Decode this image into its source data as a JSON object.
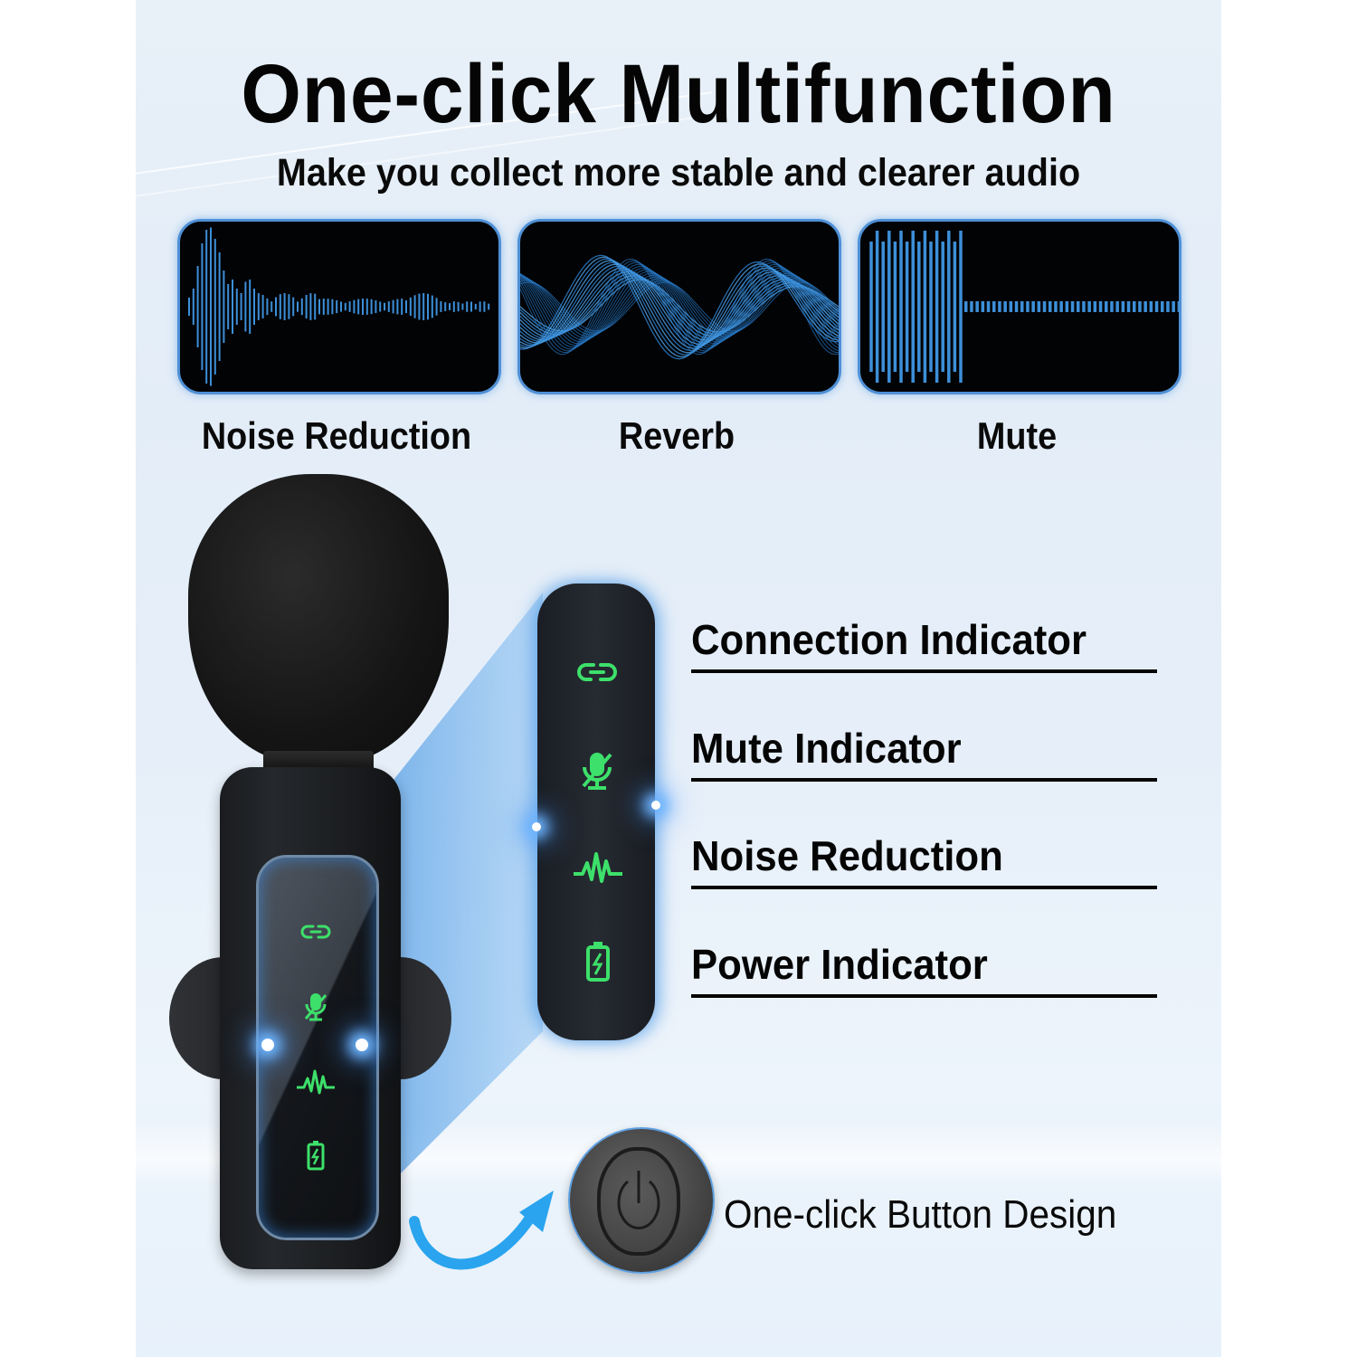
{
  "header": {
    "title": "One-click Multifunction",
    "subtitle": "Make you collect more stable and clearer audio"
  },
  "modes": [
    {
      "label": "Noise Reduction",
      "icon": "noise-reduction-waveform"
    },
    {
      "label": "Reverb",
      "icon": "reverb-waveform"
    },
    {
      "label": "Mute",
      "icon": "mute-waveform"
    }
  ],
  "indicators": [
    {
      "label": "Connection Indicator",
      "icon": "link-icon"
    },
    {
      "label": "Mute Indicator",
      "icon": "mic-mute-icon"
    },
    {
      "label": "Noise Reduction",
      "icon": "waveform-icon"
    },
    {
      "label": "Power Indicator",
      "icon": "battery-charging-icon"
    }
  ],
  "button": {
    "label": "One-click Button Design",
    "icon": "power-icon"
  },
  "colors": {
    "background": "#e6eff9",
    "panel_bg": "#020305",
    "panel_border": "#4f90d6",
    "wave_blue": "#3d8fd8",
    "indicator_green": "#3de06a",
    "arrow_blue": "#2aa4ee",
    "text": "#050505"
  }
}
